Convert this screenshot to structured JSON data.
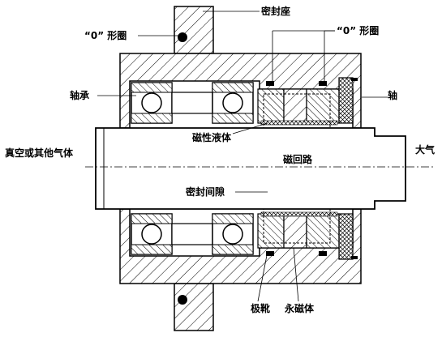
{
  "labels": {
    "seal_seat": "密封座",
    "o_ring_left": "“0” 形圈",
    "o_ring_right": "“0” 形圈",
    "bearing": "轴承",
    "shaft": "轴",
    "magnetic_fluid": "磁性液体",
    "vacuum_side": "真空或其他气体",
    "atmosphere": "大气",
    "magnetic_circuit": "磁回路",
    "seal_gap": "密封间隙",
    "pole_shoe": "极靴",
    "permanent_magnet": "永磁体"
  }
}
